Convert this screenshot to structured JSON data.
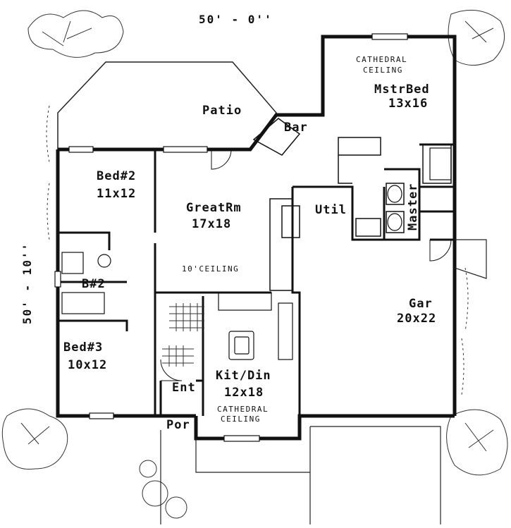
{
  "dimensions": {
    "width": "50' - 0''",
    "depth": "50' - 10''"
  },
  "rooms": {
    "patio": "Patio",
    "bar": "Bar",
    "master_bed": {
      "name": "MstrBed",
      "size": "13x16",
      "note_line1": "CATHEDRAL",
      "note_line2": "CEILING"
    },
    "bed2": {
      "name": "Bed#2",
      "size": "11x12"
    },
    "great_room": {
      "name": "GreatRm",
      "size": "17x18",
      "note": "10'CEILING"
    },
    "util": "Util",
    "master_bath": "Master",
    "bath2": "B#2",
    "garage": {
      "name": "Gar",
      "size": "20x22"
    },
    "bed3": {
      "name": "Bed#3",
      "size": "10x12"
    },
    "kitchen": {
      "name": "Kit/Din",
      "size": "12x18",
      "note_line1": "CATHEDRAL",
      "note_line2": "CEILING"
    },
    "entry": "Ent",
    "porch": "Por"
  },
  "colors": {
    "wall": "#111111",
    "paper": "#ffffff"
  }
}
